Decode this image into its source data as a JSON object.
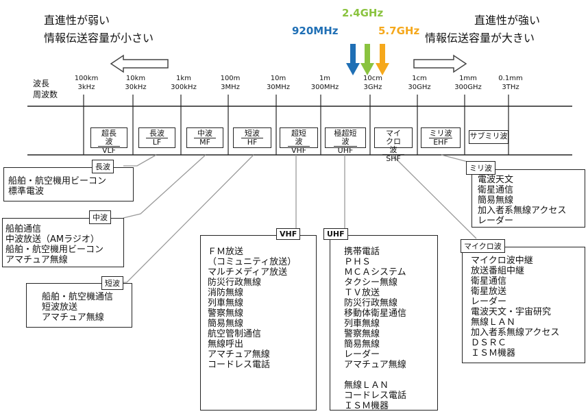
{
  "header": {
    "left_line1": "直進性が弱い",
    "left_line2": "情報伝送容量が小さい",
    "right_line1": "直進性が強い",
    "right_line2": "情報伝送容量が大きい"
  },
  "highlights": [
    {
      "label": "920MHz",
      "color": "#1f6fb5"
    },
    {
      "label": "2.4GHz",
      "color": "#8ac33f"
    },
    {
      "label": "5.7GHz",
      "color": "#f5a81c"
    }
  ],
  "axis": {
    "label_top": "波長",
    "label_bottom": "周波数",
    "ticks": [
      {
        "wave": "100km",
        "freq": "3kHz"
      },
      {
        "wave": "10km",
        "freq": "30kHz"
      },
      {
        "wave": "1km",
        "freq": "300kHz"
      },
      {
        "wave": "100m",
        "freq": "3MHz"
      },
      {
        "wave": "10m",
        "freq": "30MHz"
      },
      {
        "wave": "1m",
        "freq": "300MHz"
      },
      {
        "wave": "10cm",
        "freq": "3GHz"
      },
      {
        "wave": "1cm",
        "freq": "30GHz"
      },
      {
        "wave": "1mm",
        "freq": "300GHz"
      },
      {
        "wave": "0.1mm",
        "freq": "3THz"
      }
    ]
  },
  "bands": [
    {
      "jp": "超長波",
      "en": "VLF"
    },
    {
      "jp": "長波",
      "en": "LF"
    },
    {
      "jp": "中波",
      "en": "MF"
    },
    {
      "jp": "短波",
      "en": "HF"
    },
    {
      "jp": "超短波",
      "en": "VHF"
    },
    {
      "jp": "極超短波",
      "en": "UHF"
    },
    {
      "jp": "マイクロ波",
      "en": "SHF"
    },
    {
      "jp": "ミリ波",
      "en": "EHF"
    },
    {
      "jp": "サブミリ波",
      "en": ""
    }
  ],
  "groups": {
    "lf": {
      "title": "長波",
      "items": [
        "船舶・航空機用ビーコン",
        "標準電波"
      ]
    },
    "mf": {
      "title": "中波",
      "items": [
        "船舶通信",
        "中波放送（AMラジオ）",
        "船舶・航空機用ビーコン",
        "アマチュア無線"
      ]
    },
    "hf": {
      "title": "短波",
      "items": [
        "船舶・航空機通信",
        "短波放送",
        "アマチュア無線"
      ]
    },
    "vhf": {
      "title": "VHF",
      "items": [
        "ＦＭ放送",
        "（コミュニティ放送）",
        "マルチメディア放送",
        "防災行政無線",
        "消防無線",
        "列車無線",
        "警察無線",
        "簡易無線",
        "航空管制通信",
        "無線呼出",
        "アマチュア無線",
        "コードレス電話"
      ]
    },
    "uhf": {
      "title": "UHF",
      "items": [
        "携帯電話",
        "ＰＨＳ",
        "ＭＣＡシステム",
        "タクシー無線",
        "ＴＶ放送",
        "防災行政無線",
        "移動体衛星通信",
        "列車無線",
        "警察無線",
        "簡易無線",
        "レーダー",
        "アマチュア無線",
        "",
        "無線ＬＡＮ",
        "コードレス電話",
        "ＩＳＭ機器"
      ]
    },
    "ehf": {
      "title": "ミリ波",
      "items": [
        "電波天文",
        "衛星通信",
        "簡易無線",
        "加入者系無線アクセス",
        "レーダー"
      ]
    },
    "shf": {
      "title": "マイクロ波",
      "items": [
        "マイクロ波中継",
        "放送番組中継",
        "衛星通信",
        "衛星放送",
        "レーダー",
        "電波天文・宇宙研究",
        "無線ＬＡＮ",
        "加入者系無線アクセス",
        "ＤＳＲＣ",
        "ＩＳＭ機器"
      ]
    }
  }
}
